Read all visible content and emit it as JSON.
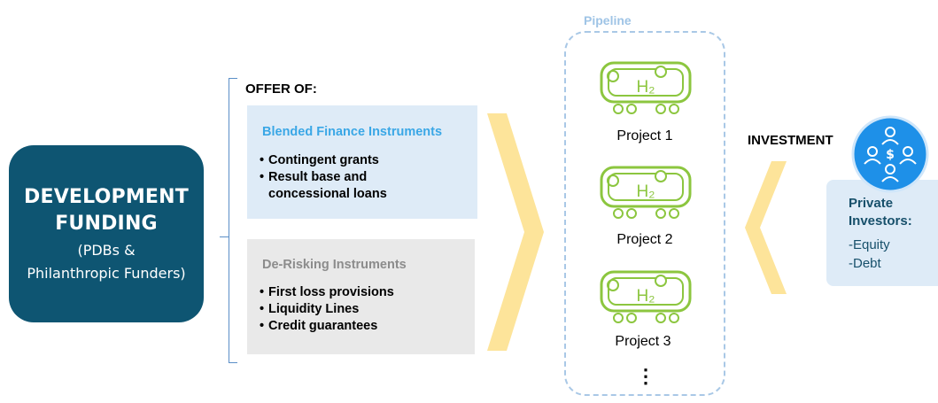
{
  "development_funding": {
    "title_line1": "DEVELOPMENT",
    "title_line2": "FUNDING",
    "subtitle_line1": "(PDBs &",
    "subtitle_line2": "Philanthropic Funders)"
  },
  "offer_label": "OFFER OF:",
  "blended": {
    "title": "Blended Finance Instruments",
    "items": [
      "Contingent grants",
      "Result base and",
      "concessional loans"
    ]
  },
  "derisking": {
    "title": "De-Risking Instruments",
    "items": [
      "First loss provisions",
      "Liquidity Lines",
      "Credit guarantees"
    ]
  },
  "pipeline": {
    "label": "Pipeline",
    "projects": [
      "Project 1",
      "Project 2",
      "Project 3"
    ],
    "more": "⋮",
    "icon_text": "H₂"
  },
  "investment_label": "INVESTMENT",
  "investors": {
    "title_line1": "Private",
    "title_line2": "Investors:",
    "items": [
      "-Equity",
      "-Debt"
    ]
  },
  "icons": {
    "project": "hydrogen-tank-icon",
    "investor": "investors-money-icon",
    "arrows": "chevron-arrow-icon"
  },
  "colors": {
    "dev_box": "#0e5572",
    "blended_bg": "#deebf7",
    "blended_title": "#3aa7e6",
    "derisk_bg": "#e9e9e9",
    "arrow": "#fde49a",
    "project_icon": "#8cc63f",
    "pipeline_border": "#a9c8e6",
    "investor_badge": "#1e90e8"
  }
}
